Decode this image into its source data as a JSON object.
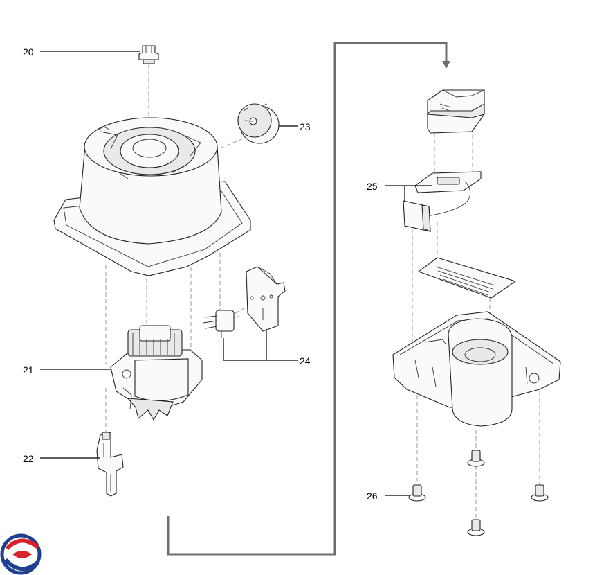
{
  "diagram": {
    "callouts": [
      {
        "id": "20",
        "label": "20"
      },
      {
        "id": "21",
        "label": "21"
      },
      {
        "id": "22",
        "label": "22"
      },
      {
        "id": "23",
        "label": "23"
      },
      {
        "id": "24",
        "label": "24"
      },
      {
        "id": "25",
        "label": "25"
      },
      {
        "id": "26",
        "label": "26"
      }
    ],
    "colors": {
      "line": "#222222",
      "route": "#6e6e6e",
      "logo_red": "#d7242a",
      "logo_blue": "#1f3f8f"
    },
    "icons": {
      "logo": "brand-swirl-logo",
      "route_arrow": "arrow-down-icon"
    }
  }
}
